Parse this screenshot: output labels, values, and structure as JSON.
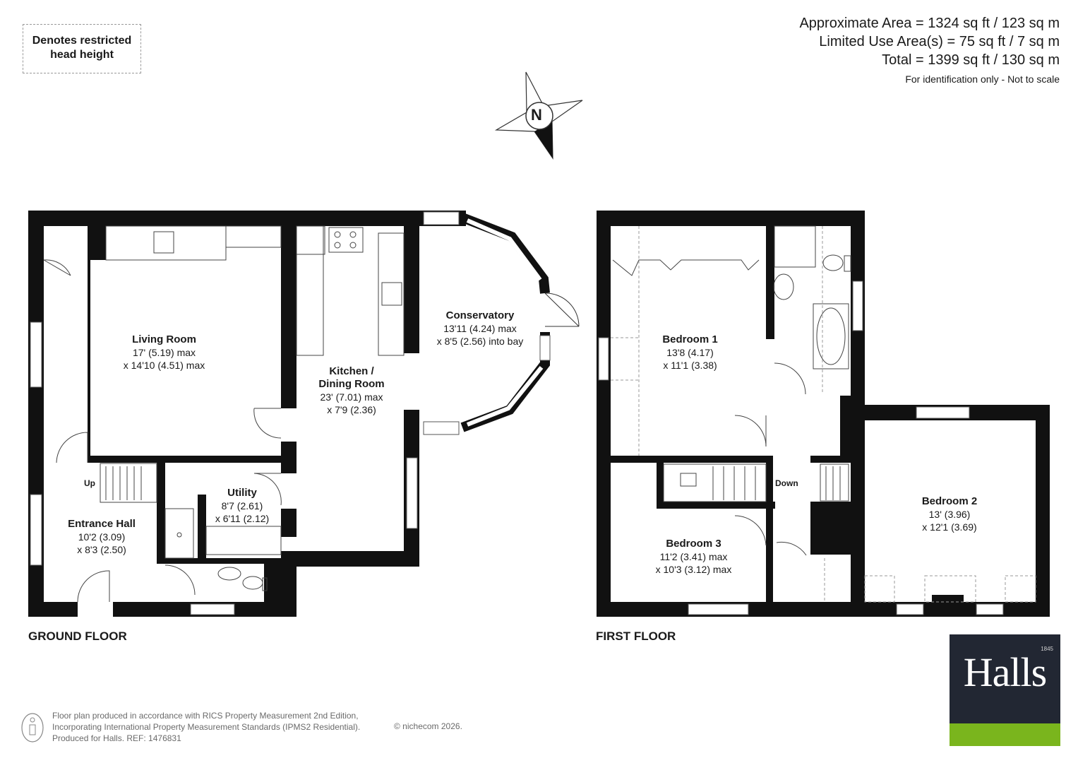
{
  "legend": {
    "line1": "Denotes restricted",
    "line2": "head height"
  },
  "areas": {
    "approximate": "Approximate Area = 1324 sq ft / 123 sq m",
    "limited": "Limited Use Area(s) = 75 sq ft / 7 sq m",
    "total": "Total = 1399 sq ft / 130 sq m",
    "note": "For identification only - Not to scale"
  },
  "compass": {
    "label": "N"
  },
  "ground_floor": {
    "label": "GROUND FLOOR",
    "rooms": [
      {
        "name": "Living Room",
        "dims": [
          "17' (5.19) max",
          "x 14'10 (4.51) max"
        ]
      },
      {
        "name": "Conservatory",
        "dims": [
          "13'11 (4.24) max",
          "x 8'5 (2.56) into bay"
        ]
      },
      {
        "name": "Kitchen /",
        "name2": "Dining Room",
        "dims": [
          "23' (7.01) max",
          "x 7'9 (2.36)"
        ]
      },
      {
        "name": "Utility",
        "dims": [
          "8'7 (2.61)",
          "x 6'11 (2.12)"
        ]
      },
      {
        "name": "Entrance Hall",
        "dims": [
          "10'2 (3.09)",
          "x 8'3 (2.50)"
        ]
      }
    ],
    "stairs_label": "Up"
  },
  "first_floor": {
    "label": "FIRST FLOOR",
    "rooms": [
      {
        "name": "Bedroom 1",
        "dims": [
          "13'8 (4.17)",
          "x 11'1 (3.38)"
        ]
      },
      {
        "name": "Bedroom 2",
        "dims": [
          "13' (3.96)",
          "x 12'1 (3.69)"
        ]
      },
      {
        "name": "Bedroom 3",
        "dims": [
          "11'2 (3.41) max",
          "x 10'3 (3.12) max"
        ]
      }
    ],
    "stairs_label": "Down"
  },
  "footer": {
    "line1": "Floor plan produced in accordance with RICS Property Measurement 2nd Edition,",
    "line2": "Incorporating International Property Measurement Standards (IPMS2 Residential).",
    "line3": "Produced for Halls.   REF: 1476831",
    "copyright": "© nichecom 2026."
  },
  "logo": {
    "text": "Halls",
    "year": "1845",
    "bar_color": "#7ab51d",
    "bg_color": "#222733"
  }
}
